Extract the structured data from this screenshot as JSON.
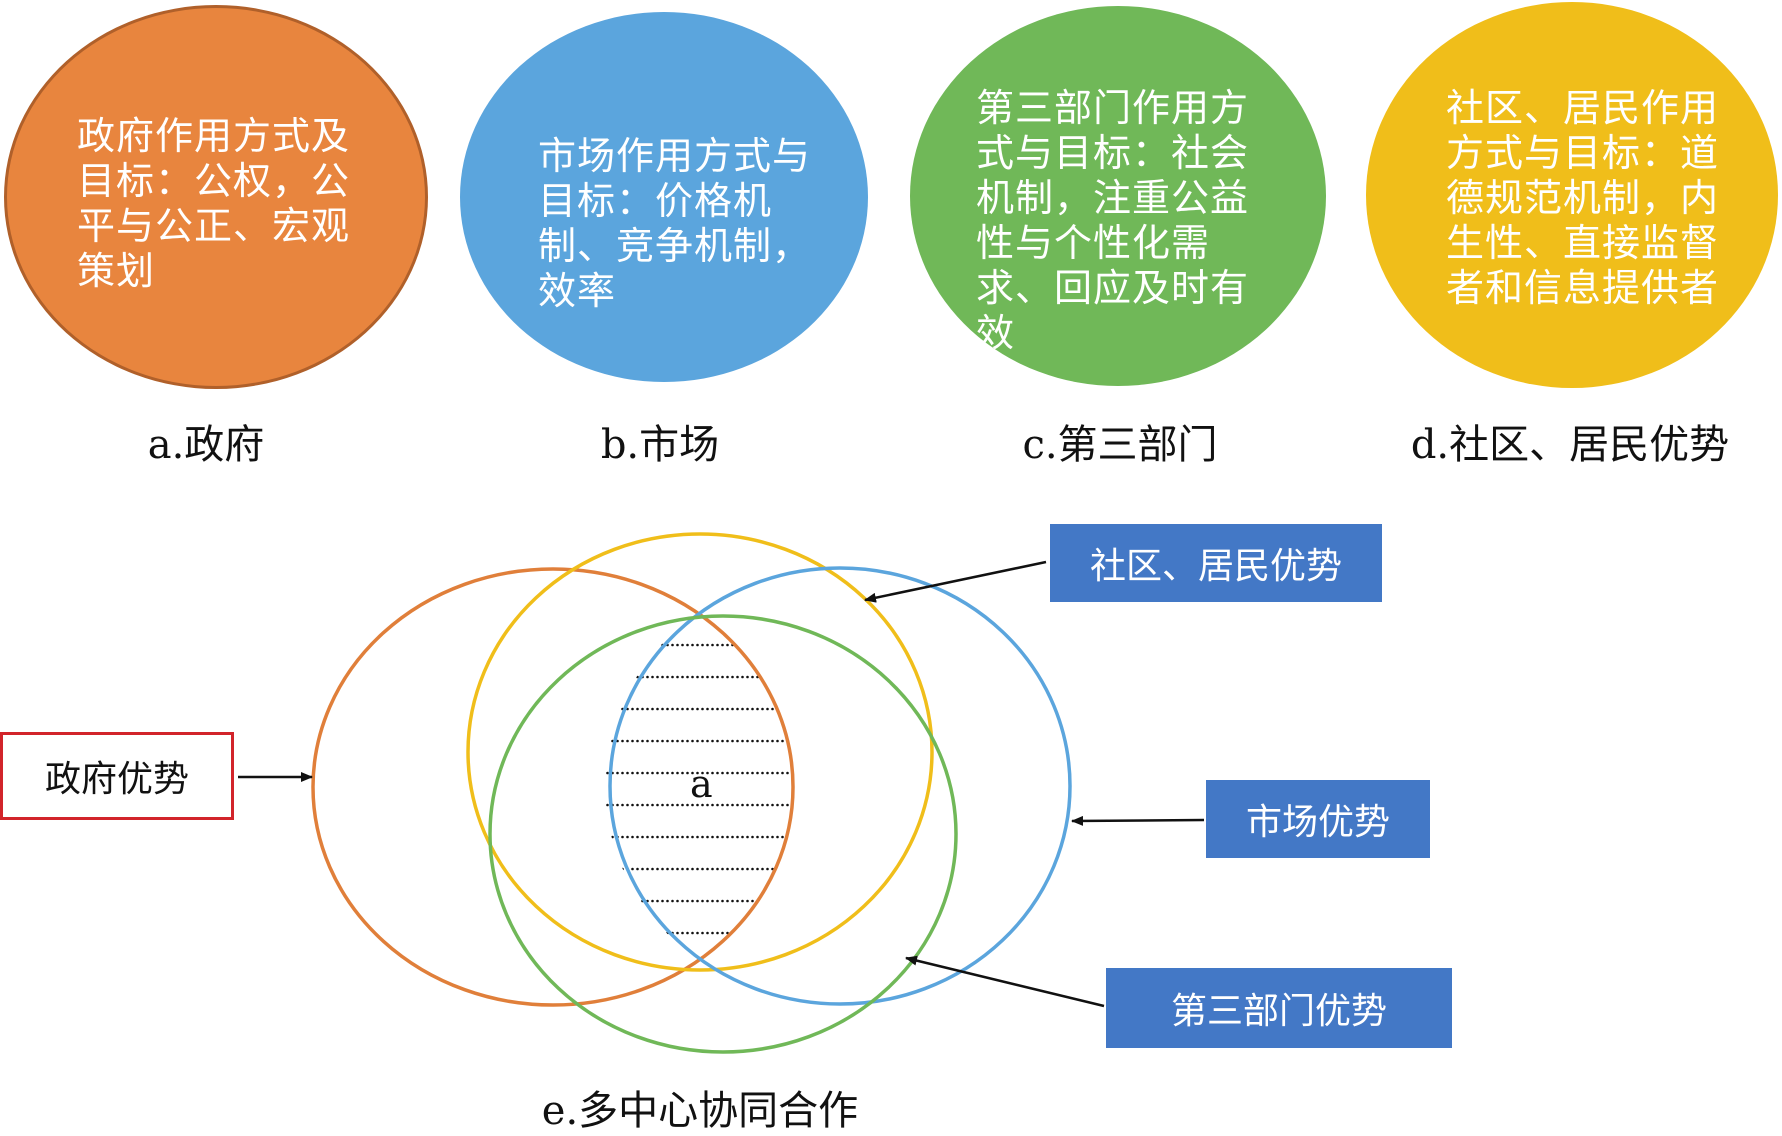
{
  "colors": {
    "government": "#e8853e",
    "market": "#5ba5dd",
    "third_sector": "#70b858",
    "community": "#f0be1a",
    "box_blue": "#4378c6",
    "box_border_red": "#d2242a"
  },
  "top_bubbles": [
    {
      "text": "政府作用方式及目标：公权，公平与公正、宏观策划",
      "caption": "a.政府"
    },
    {
      "text": "市场作用方式与目标：价格机制、竞争机制，效率",
      "caption": "b.市场"
    },
    {
      "text": "第三部门作用方式与目标：社会机制，注重公益性与个性化需求、回应及时有效",
      "caption": "c.第三部门"
    },
    {
      "text": "社区、居民作用方式与目标：道德规范机制，内生性、直接监督者和信息提供者",
      "caption": "d.社区、居民优势"
    }
  ],
  "venn": {
    "center_label": "a",
    "caption": "e.多中心协同合作",
    "labels": {
      "community": "社区、居民优势",
      "government": "政府优势",
      "market": "市场优势",
      "third_sector": "第三部门优势"
    }
  }
}
